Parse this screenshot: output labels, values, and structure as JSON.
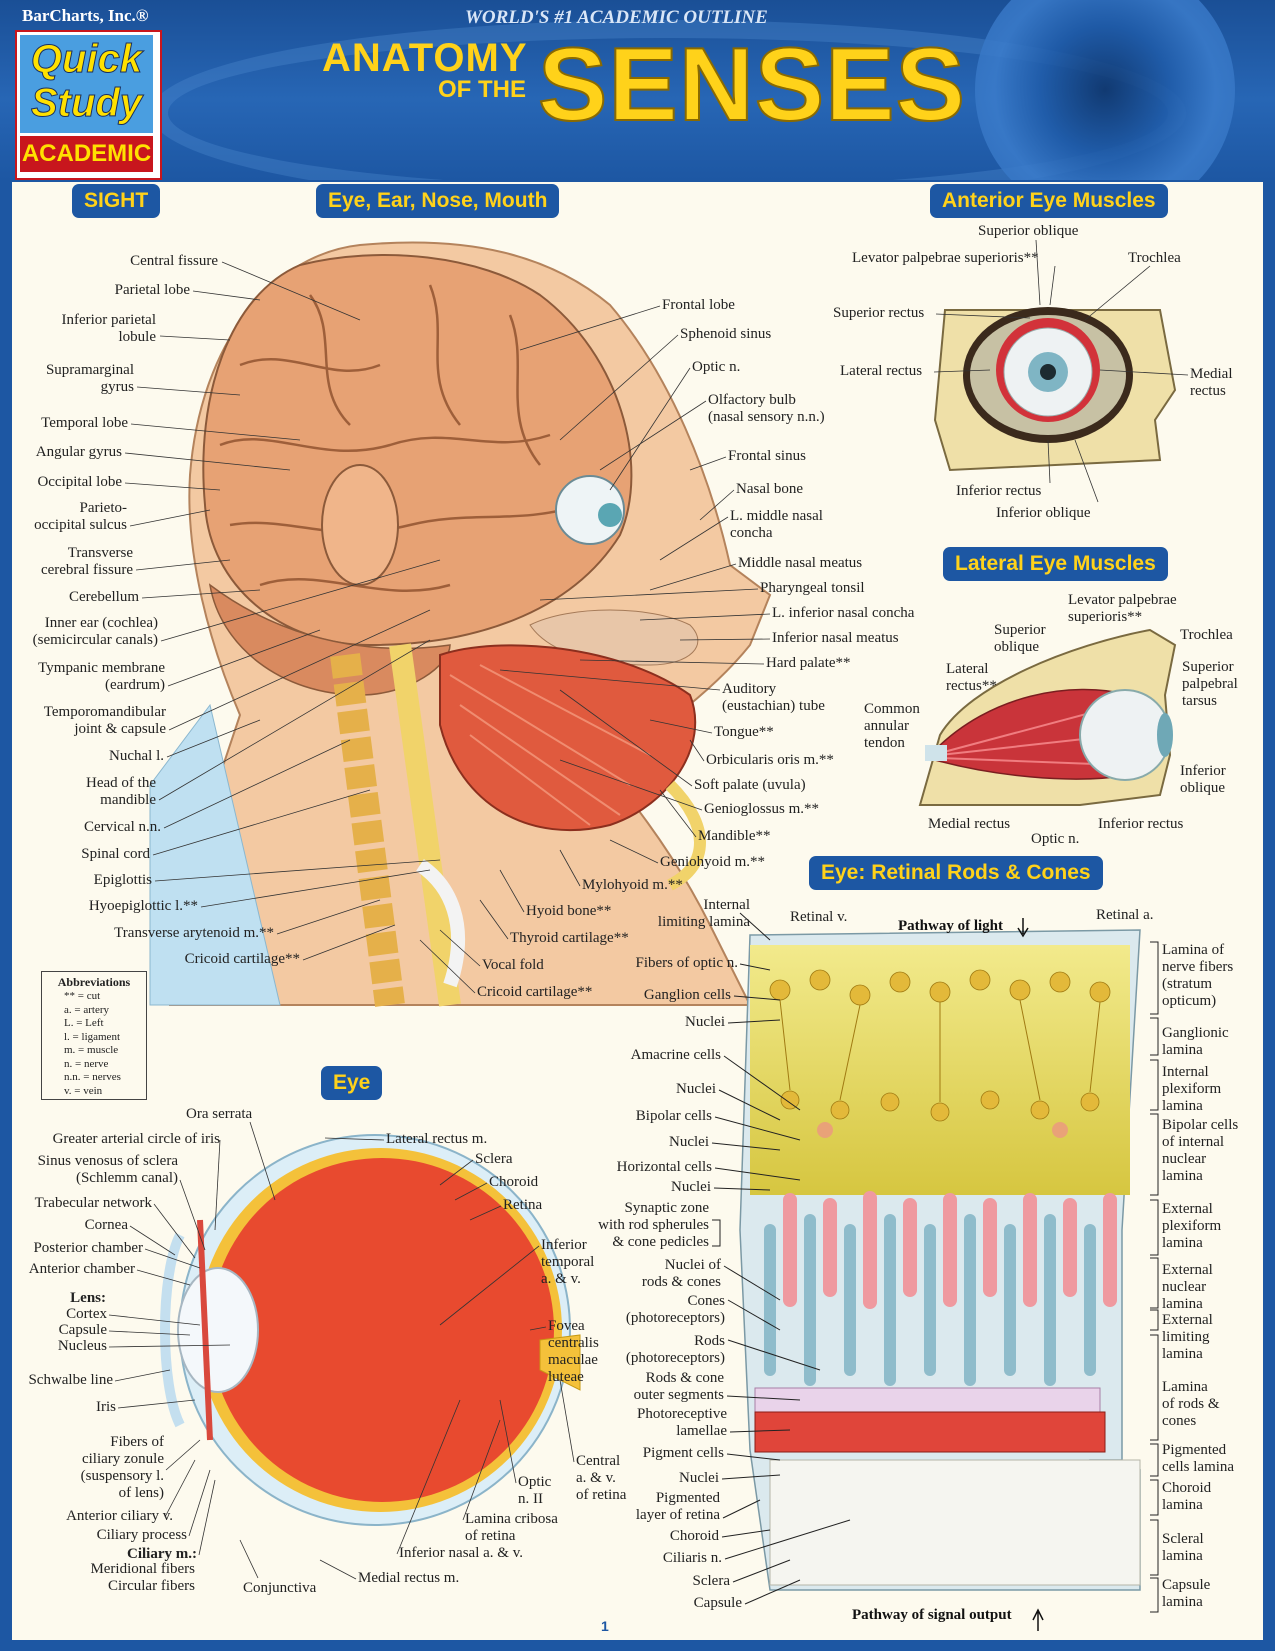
{
  "header": {
    "publisher": "BarCharts, Inc.®",
    "tagline": "WORLD'S #1 ACADEMIC OUTLINE",
    "logo_line1": "Quick",
    "logo_line2": "Study",
    "logo_badge": "ACADEMIC",
    "title_part1": "ANATOMY",
    "title_part2": "OF THE",
    "title_part3": "SENSES"
  },
  "sections": {
    "sight": "SIGHT",
    "head": "Eye, Ear, Nose, Mouth",
    "anterior": "Anterior Eye Muscles",
    "lateral": "Lateral Eye Muscles",
    "retina": "Eye: Retinal Rods & Cones",
    "eye": "Eye"
  },
  "head_labels_left": [
    "Central fissure",
    "Parietal lobe",
    "Inferior parietal\nlobule",
    "Supramarginal\ngyrus",
    "Temporal lobe",
    "Angular gyrus",
    "Occipital lobe",
    "Parieto-\noccipital sulcus",
    "Transverse\ncerebral fissure",
    "Cerebellum",
    "Inner ear (cochlea)\n(semicircular canals)",
    "Tympanic membrane\n(eardrum)",
    "Temporomandibular\njoint & capsule",
    "Nuchal l.",
    "Head of the\nmandible",
    "Cervical n.n.",
    "Spinal cord",
    "Epiglottis",
    "Hyoepiglottic l.**",
    "Transverse arytenoid m.**",
    "Cricoid cartilage**"
  ],
  "head_labels_right": [
    "Frontal lobe",
    "Sphenoid sinus",
    "Optic n.",
    "Olfactory bulb\n(nasal sensory n.n.)",
    "Frontal sinus",
    "Nasal bone",
    "L. middle nasal\nconcha",
    "Middle nasal meatus",
    "Pharyngeal tonsil",
    "L. inferior nasal concha",
    "Inferior nasal meatus",
    "Hard palate**",
    "Auditory\n(eustachian) tube",
    "Tongue**",
    "Orbicularis oris m.**",
    "Soft palate (uvula)",
    "Genioglossus m.**",
    "Mandible**",
    "Geniohyoid m.**",
    "Mylohyoid m.**",
    "Hyoid bone**",
    "Thyroid cartilage**",
    "Vocal fold",
    "Cricoid cartilage**"
  ],
  "abbreviations": {
    "title": "Abbreviations",
    "rows": [
      "** = cut",
      "a. = artery",
      "L. = Left",
      "l. = ligament",
      "m. = muscle",
      "n. = nerve",
      "n.n. = nerves",
      "v. = vein"
    ]
  },
  "anterior_labels": [
    "Superior oblique",
    "Levator palpebrae superioris**",
    "Trochlea",
    "Superior rectus",
    "Lateral rectus",
    "Medial\nrectus",
    "Inferior rectus",
    "Inferior oblique"
  ],
  "lateral_labels": [
    "Levator palpebrae\nsuperioris**",
    "Superior\noblique",
    "Trochlea",
    "Lateral\nrectus**",
    "Superior\npalpebral\ntarsus",
    "Common\nannular\ntendon",
    "Inferior\noblique",
    "Medial rectus",
    "Optic n.",
    "Inferior rectus"
  ],
  "eye_labels_left": [
    "Ora serrata",
    "Greater arterial circle of iris",
    "Sinus venosus of sclera\n(Schlemm canal)",
    "Trabecular network",
    "Cornea",
    "Posterior chamber",
    "Anterior chamber",
    "Lens:",
    "Cortex",
    "Capsule",
    "Nucleus",
    "Schwalbe line",
    "Iris",
    "Fibers of\nciliary zonule\n(suspensory l.\nof lens)",
    "Anterior ciliary v.",
    "Ciliary process",
    "Ciliary m.:",
    "Meridional fibers",
    "Circular fibers"
  ],
  "eye_labels_right": [
    "Lateral rectus m.",
    "Sclera",
    "Choroid",
    "Retina",
    "Inferior\ntemporal\na. & v.",
    "Fovea\ncentralis\nmaculae\nluteae",
    "Central\na. & v.\nof retina",
    "Optic\nn. II",
    "Lamina cribosa\nof retina",
    "Inferior nasal a. & v.",
    "Medial rectus m.",
    "Conjunctiva"
  ],
  "retina_labels_left": [
    "Internal\nlimiting lamina",
    "Retinal v.",
    "Fibers of optic n.",
    "Ganglion cells",
    "Nuclei",
    "Amacrine cells",
    "Nuclei",
    "Bipolar cells",
    "Nuclei",
    "Horizontal cells",
    "Nuclei",
    "Synaptic zone\nwith rod spherules\n& cone pedicles",
    "Nuclei of\nrods & cones",
    "Cones\n(photoreceptors)",
    "Rods\n(photoreceptors)",
    "Rods & cone\nouter segments",
    "Photoreceptive\nlamellae",
    "Pigment cells",
    "Nuclei",
    "Pigmented\nlayer of retina",
    "Choroid",
    "Ciliaris n.",
    "Sclera",
    "Capsule"
  ],
  "retina_labels_right": [
    "Retinal a.",
    "Lamina of\nnerve fibers\n(stratum\nopticum)",
    "Ganglionic\nlamina",
    "Internal\nplexiform\nlamina",
    "Bipolar cells\nof internal\nnuclear\nlamina",
    "External\nplexiform\nlamina",
    "External\nnuclear\nlamina",
    "External\nlimiting\nlamina",
    "Lamina\nof rods &\ncones",
    "Pigmented\ncells lamina",
    "Choroid\nlamina",
    "Scleral\nlamina",
    "Capsule\nlamina"
  ],
  "retina_pathways": {
    "light": "Pathway of light",
    "signal": "Pathway of signal output"
  },
  "page_number": "1",
  "colors": {
    "brand_blue": "#1d57a3",
    "title_yellow": "#ffd21a",
    "panel_bg": "#fdfaee",
    "logo_red": "#c8161d"
  }
}
